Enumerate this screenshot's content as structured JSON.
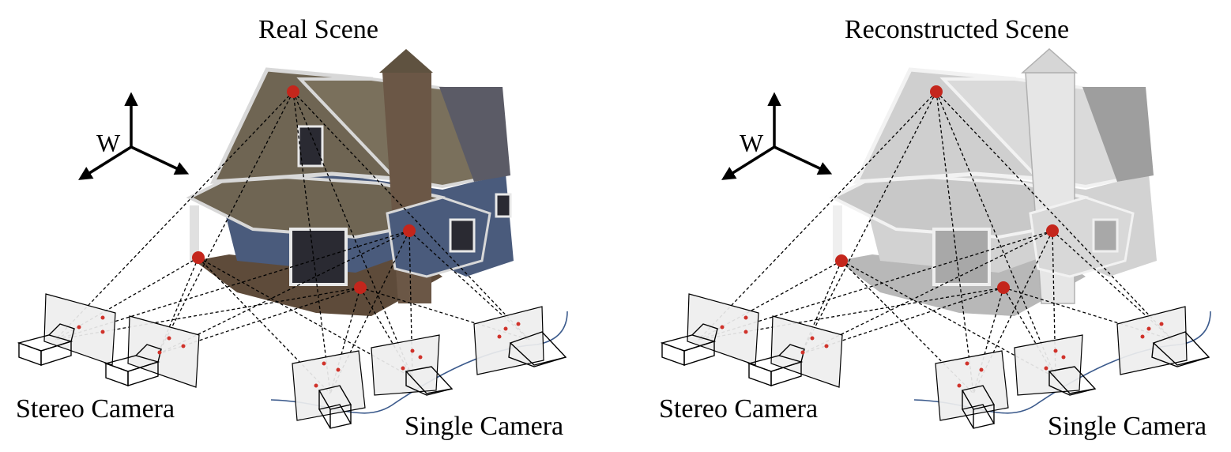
{
  "panels": [
    {
      "id": "real",
      "title": "Real Scene",
      "frame_label": "W",
      "stereo_label": "Stereo Camera",
      "single_label": "Single Camera",
      "house_style": "textured"
    },
    {
      "id": "reconstructed",
      "title": "Reconstructed Scene",
      "frame_label": "W",
      "stereo_label": "Stereo Camera",
      "single_label": "Single Camera",
      "house_style": "mesh"
    }
  ],
  "colors": {
    "landmark": "#c4261c",
    "trajectory": "#3b5a8c",
    "roof_real": "#6f6553",
    "wall_real": "#4a5b7c",
    "chimney_real": "#6b5746",
    "mesh_light": "#e4e4e4",
    "mesh_mid": "#c8c8c8",
    "mesh_dark": "#9e9e9e"
  },
  "icons": [
    "axis-arrows-icon",
    "camera-frustum-icon",
    "landmark-point-icon"
  ]
}
